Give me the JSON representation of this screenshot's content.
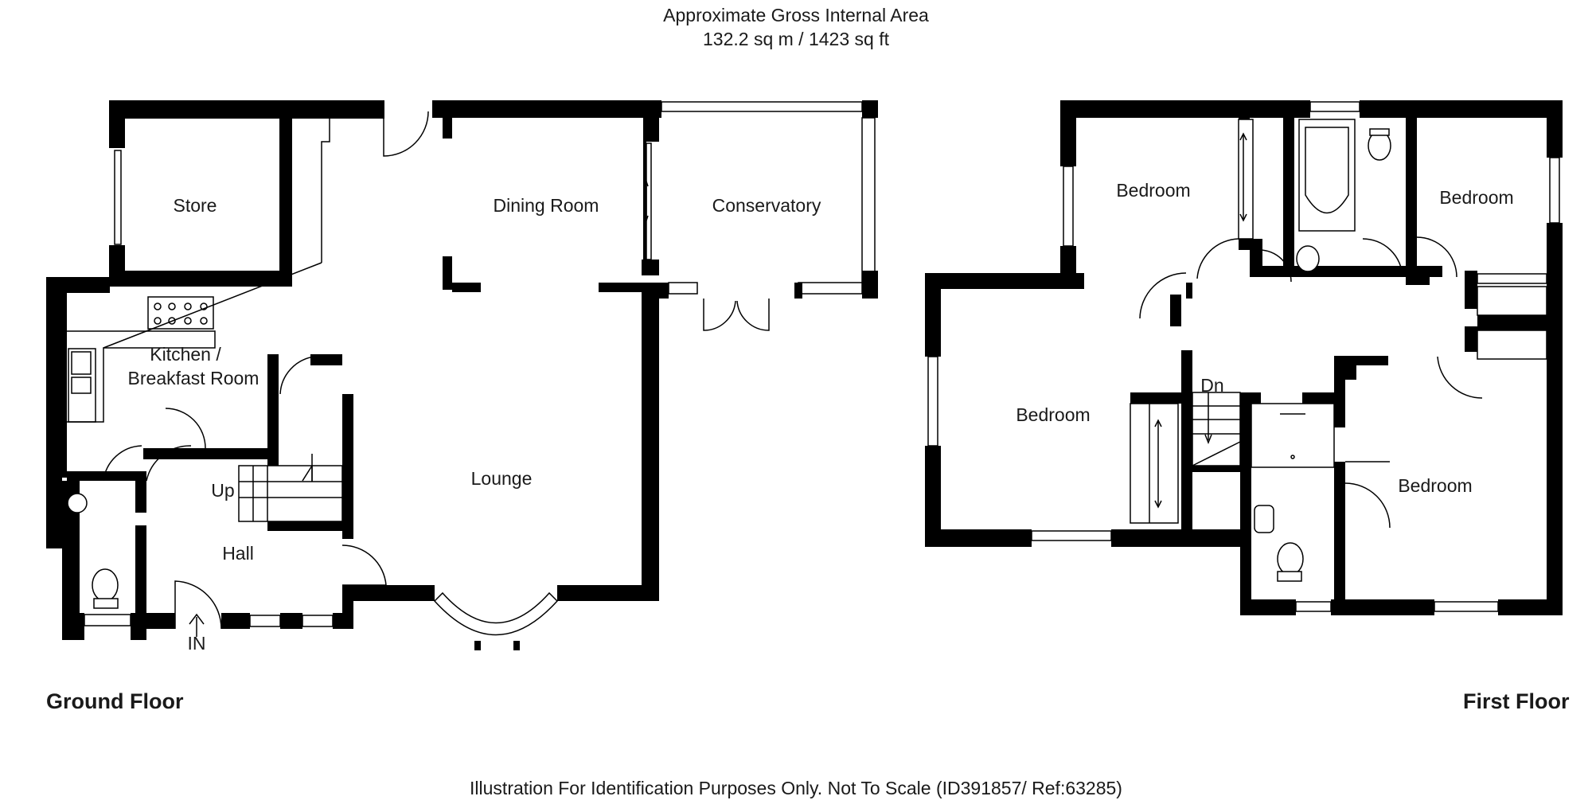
{
  "header": {
    "area_title": "Approximate Gross Internal Area",
    "area_value": "132.2 sq m / 1423 sq ft"
  },
  "floors": {
    "ground": {
      "label": "Ground Floor",
      "rooms": {
        "store": "Store",
        "dining": "Dining Room",
        "conservatory": "Conservatory",
        "kitchen_line1": "Kitchen /",
        "kitchen_line2": "Breakfast Room",
        "lounge": "Lounge",
        "hall": "Hall"
      },
      "markers": {
        "up": "Up",
        "in": "IN"
      }
    },
    "first": {
      "label": "First Floor",
      "rooms": {
        "bedroom_nw": "Bedroom",
        "bedroom_ne": "Bedroom",
        "bedroom_w": "Bedroom",
        "bedroom_se": "Bedroom"
      },
      "markers": {
        "dn": "Dn"
      }
    }
  },
  "footer": {
    "disclaimer": "Illustration For Identification Purposes Only. Not To Scale (ID391857/ Ref:63285)"
  }
}
